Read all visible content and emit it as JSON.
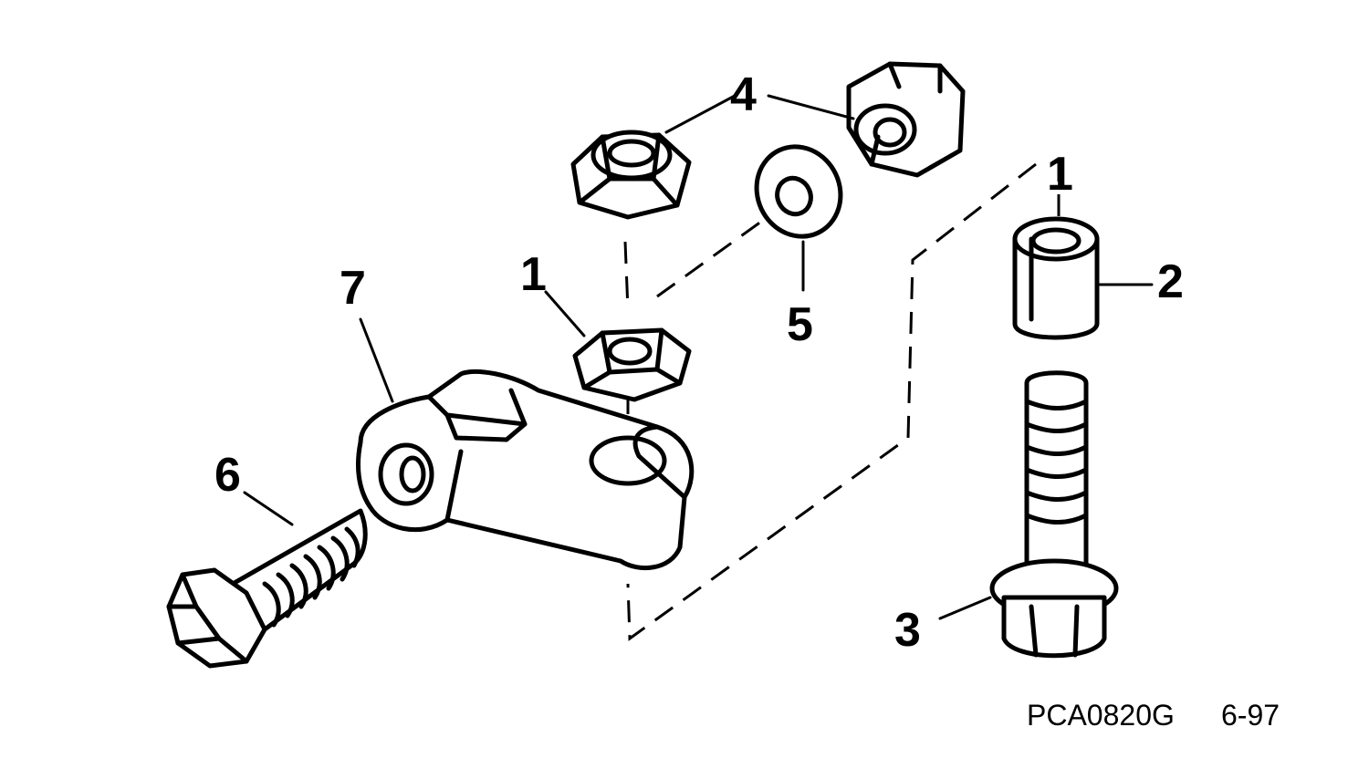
{
  "callouts": {
    "c1a": "1",
    "c1b": "1",
    "c2": "2",
    "c3": "3",
    "c4": "4",
    "c5": "5",
    "c6": "6",
    "c7": "7"
  },
  "footer": {
    "code": "PCA0820G",
    "date": "6-97"
  }
}
